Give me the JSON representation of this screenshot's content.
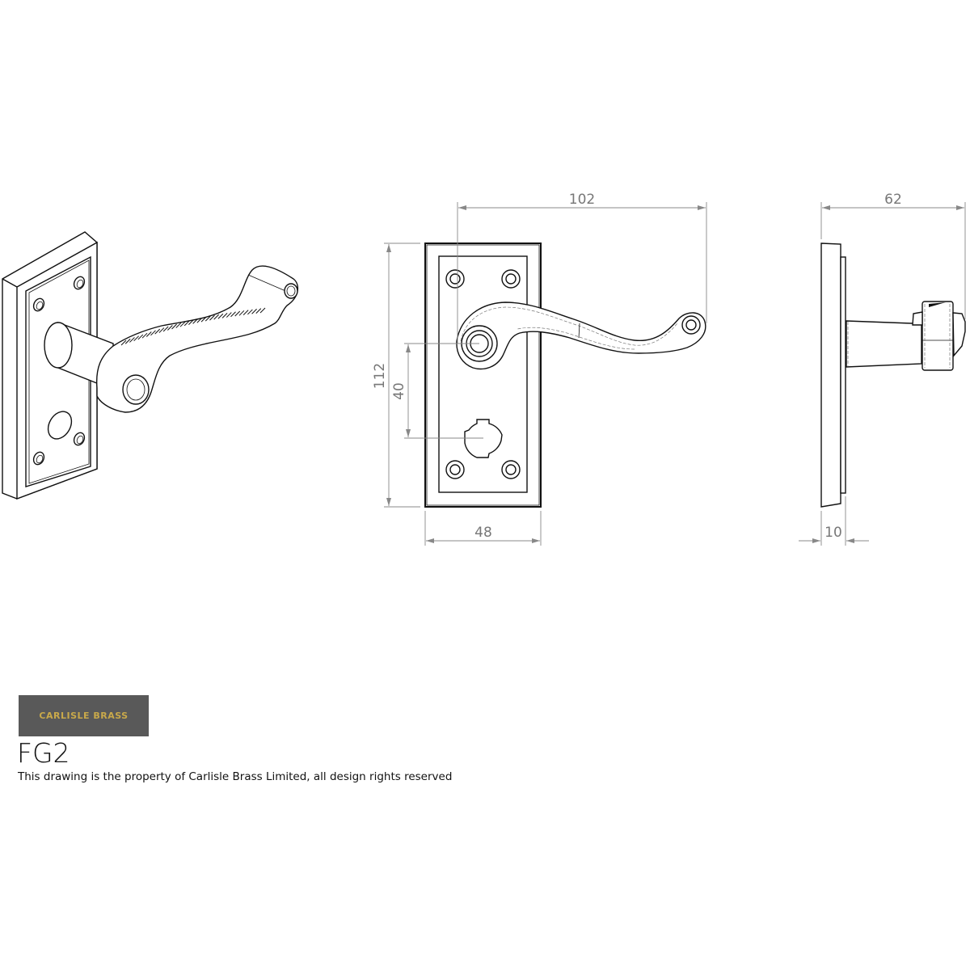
{
  "brand": {
    "logo_text": "CARLISLE BRASS",
    "logo_bg": "#595959",
    "logo_fg": "#c9a94a"
  },
  "product_code": "FG2",
  "footer_note": "This drawing is the property of Carlisle Brass Limited, all design rights reserved",
  "dimensions": {
    "front_width": "102",
    "front_height": "112",
    "centres": "40",
    "plate_width": "48",
    "side_projection": "62",
    "plate_thickness": "10"
  },
  "views": [
    "isometric",
    "front",
    "side"
  ]
}
